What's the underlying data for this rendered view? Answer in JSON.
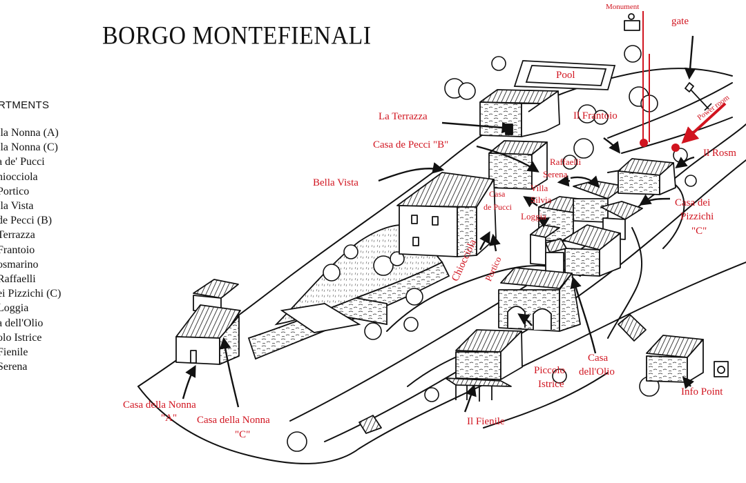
{
  "title": "BORGO MONTEFIENALI",
  "legend": {
    "heading": "RTMENTS",
    "items": [
      "lla Nonna (A)",
      "lla Nonna (C)",
      "a de' Pucci",
      "hiocciola",
      "Portico",
      "lla Vista",
      "de Pecci (B)",
      "Terrazza",
      "Frantoio",
      "osmarino",
      "Raffaelli",
      "ei Pizzichi (C)",
      "Loggia",
      "a dell'Olio",
      "olo Istrice",
      "Fienile",
      "Serena"
    ]
  },
  "labels": {
    "monument": "Monument",
    "gate": "gate",
    "pool": "Pool",
    "power_room": "Power room",
    "la_terrazza": "La Terrazza",
    "il_frantoio": "Il Frantoio",
    "casa_de_pecci_b": "Casa de Pecci \"B\"",
    "il_rosm": "Il Rosm",
    "raffaelli": "Raffaelli",
    "serena": "Serena",
    "bella_vista": "Bella Vista",
    "villa": "Villa",
    "silvia": "Silvia",
    "casa_pucci": "Casa",
    "casa_pucci_2": "de Pucci",
    "loggia": "Loggia",
    "casa_dei_pizzichi_1": "Casa dei",
    "casa_dei_pizzichi_2": "Pizzichi",
    "casa_dei_pizzichi_3": "\"C\"",
    "chiocciola": "Chiocciola",
    "portico": "Portico",
    "casa_olio_1": "Casa",
    "casa_olio_2": "dell'Olio",
    "piccolo_1": "Piccolo",
    "piccolo_2": "Istrice",
    "info_point": "Info Point",
    "il_fienile": "Il Fienile",
    "nonna_a_1": "Casa della Nonna",
    "nonna_a_2": "\"A\"",
    "nonna_c_1": "Casa della Nonna",
    "nonna_c_2": "\"C\""
  },
  "colors": {
    "label_red": "#d1141f",
    "ink": "#111111"
  }
}
